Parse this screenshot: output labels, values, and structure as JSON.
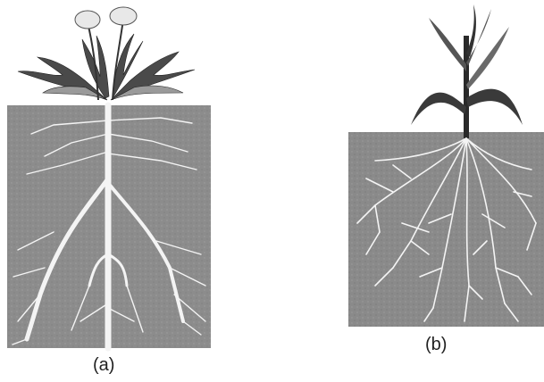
{
  "panels": [
    {
      "label": "(a)",
      "type": "taproot"
    },
    {
      "label": "(b)",
      "type": "fibrous"
    }
  ],
  "colors": {
    "soil": "#8a8a8a",
    "root": "#f4f4f4",
    "leaf_dark": "#3a3a3a",
    "leaf_light": "#9a9a9a"
  }
}
